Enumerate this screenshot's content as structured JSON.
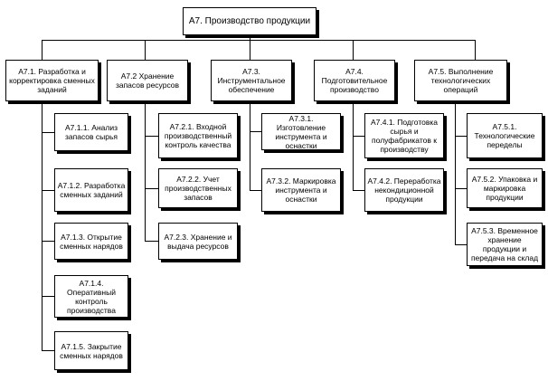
{
  "root": {
    "label": "А7. Производство продукции"
  },
  "branches": [
    {
      "label": "А7.1. Разработка и корректировка сменных заданий",
      "children": [
        "А7.1.1. Анализ запасов сырья",
        "А7.1.2. Разработка сменных заданий",
        "А7.1.3. Открытие сменных нарядов",
        "А7.1.4. Оперативный контроль производства",
        "А7.1.5. Закрытие сменных нарядов"
      ]
    },
    {
      "label": "А7.2 Хранение запасов ресурсов",
      "children": [
        "А7.2.1. Входной производственный контроль качества",
        "А7.2.2. Учет производственных запасов",
        "А7.2.3. Хранение и выдача ресурсов"
      ]
    },
    {
      "label": "А7.3. Инструментальное обеспечение",
      "children": [
        "А7.3.1. Изготовление инструмента и оснастки",
        "А7.3.2. Маркировка инструмента и оснастки"
      ]
    },
    {
      "label": "А7.4. Подготовительное производство",
      "children": [
        "А7.4.1. Подготовка сырья и полуфабрикатов к производству",
        "А7.4.2. Переработка некондиционной продукции"
      ]
    },
    {
      "label": "А7.5. Выполнение технологических операций",
      "children": [
        "А7.5.1. Технологические переделы",
        "А7.5.2. Упаковка и маркировка продукции",
        "А7.5.3. Временное хранение продукции и передача на склад"
      ]
    }
  ]
}
